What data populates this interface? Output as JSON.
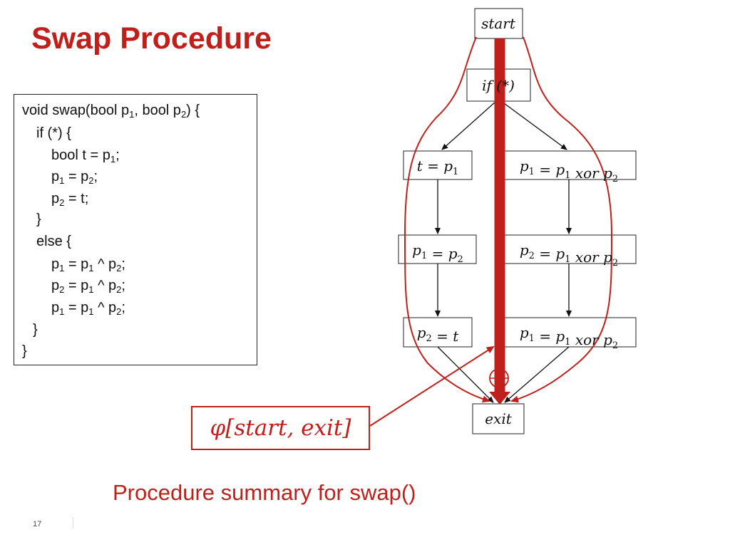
{
  "title": "Swap Procedure",
  "code": {
    "lines": [
      [
        {
          "t": "void swap(bool p"
        },
        {
          "s": "1"
        },
        {
          "t": ", bool p"
        },
        {
          "s": "2"
        },
        {
          "t": ") {"
        }
      ],
      [
        {
          "t": "if (*) {"
        }
      ],
      [
        {
          "t": "bool t = p"
        },
        {
          "s": "1"
        },
        {
          "t": ";"
        }
      ],
      [
        {
          "t": "p"
        },
        {
          "s": "1"
        },
        {
          "t": " = p"
        },
        {
          "s": "2"
        },
        {
          "t": ";"
        }
      ],
      [
        {
          "t": "p"
        },
        {
          "s": "2"
        },
        {
          "t": " = t;"
        }
      ],
      [
        {
          "t": "}"
        }
      ],
      [
        {
          "t": "else {"
        }
      ],
      [
        {
          "t": "p"
        },
        {
          "s": "1"
        },
        {
          "t": " = p"
        },
        {
          "s": "1"
        },
        {
          "t": " ^ p"
        },
        {
          "s": "2"
        },
        {
          "t": ";"
        }
      ],
      [
        {
          "t": "p"
        },
        {
          "s": "2"
        },
        {
          "t": " = p"
        },
        {
          "s": "1"
        },
        {
          "t": " ^ p"
        },
        {
          "s": "2"
        },
        {
          "t": ";"
        }
      ],
      [
        {
          "t": "p"
        },
        {
          "s": "1"
        },
        {
          "t": " = p"
        },
        {
          "s": "1"
        },
        {
          "t": " ^ p"
        },
        {
          "s": "2"
        },
        {
          "t": ";"
        }
      ],
      [
        {
          "t": "}"
        }
      ],
      [
        {
          "t": "}"
        }
      ]
    ]
  },
  "cfg": {
    "start": "start",
    "if_node": [
      {
        "t": "if (*)"
      }
    ],
    "left": [
      [
        {
          "t": "t = p"
        },
        {
          "s": "1"
        }
      ],
      [
        {
          "t": "p"
        },
        {
          "s": "1"
        },
        {
          "t": " = p"
        },
        {
          "s": "2"
        }
      ],
      [
        {
          "t": "p"
        },
        {
          "s": "2"
        },
        {
          "t": " = t"
        }
      ]
    ],
    "right": [
      [
        {
          "t": "p"
        },
        {
          "s": "1"
        },
        {
          "t": " = p"
        },
        {
          "s": "1"
        },
        {
          "t": " xor p"
        },
        {
          "s": "2"
        }
      ],
      [
        {
          "t": "p"
        },
        {
          "s": "2"
        },
        {
          "t": " = p"
        },
        {
          "s": "1"
        },
        {
          "t": " xor p"
        },
        {
          "s": "2"
        }
      ],
      [
        {
          "t": "p"
        },
        {
          "s": "1"
        },
        {
          "t": " = p"
        },
        {
          "s": "1"
        },
        {
          "t": " xor p"
        },
        {
          "s": "2"
        }
      ]
    ],
    "exit": "exit",
    "join_symbol": "⊕"
  },
  "summary_formula": "φ[start, exit]",
  "caption": "Procedure summary for swap()",
  "slide_number": "17",
  "colors": {
    "accent": "#c0201c",
    "text": "#111111",
    "box_border": "#222222"
  }
}
